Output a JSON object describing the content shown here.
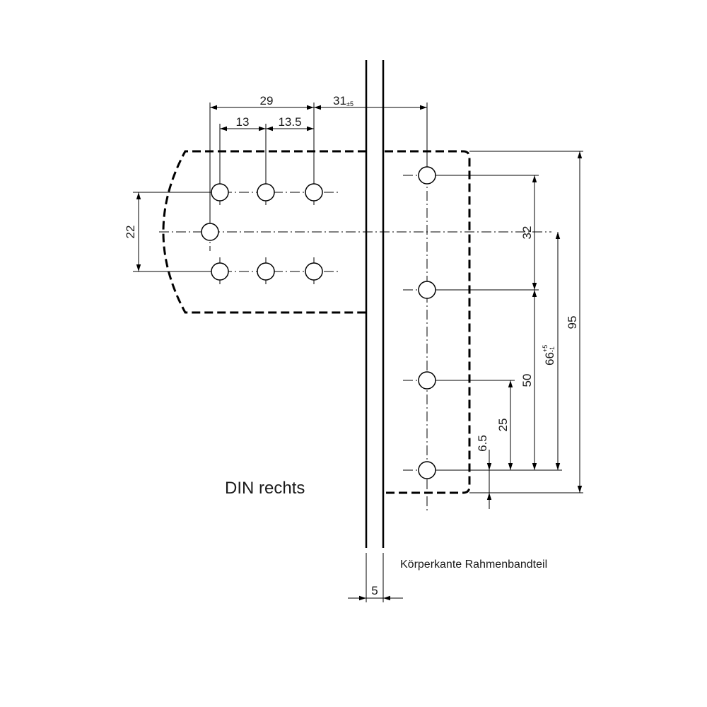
{
  "dimensions": {
    "d29": "29",
    "d31": "31",
    "d31_tol": "±5",
    "d13": "13",
    "d13_5": "13.5",
    "d22": "22",
    "d32": "32",
    "d95": "95",
    "d66": "66",
    "d66_tol_upper": "+5",
    "d66_tol_lower": "-1",
    "d50": "50",
    "d25": "25",
    "d6_5": "6.5",
    "d5": "5"
  },
  "labels": {
    "din": "DIN rechts",
    "edge": "Körperkante Rahmenbandteil"
  }
}
